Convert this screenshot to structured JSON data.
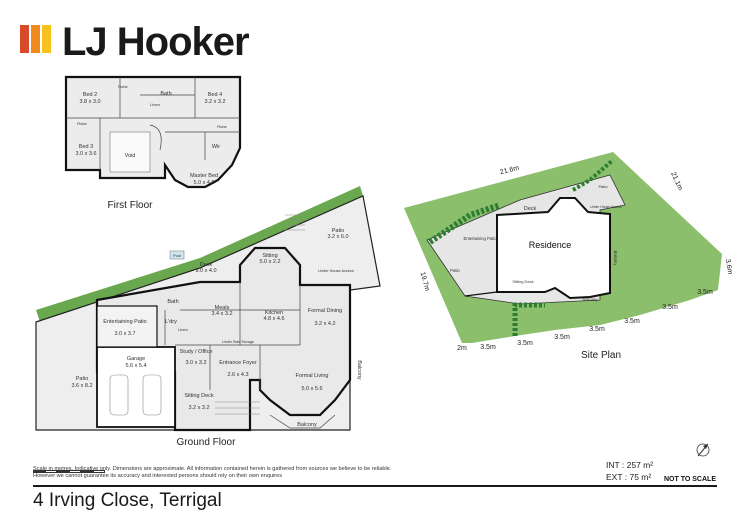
{
  "brand": {
    "name": "LJ Hooker",
    "bar_colors": [
      "#d94a2a",
      "#f08a1c",
      "#f7c21b"
    ]
  },
  "first_floor": {
    "title": "First Floor",
    "rooms": {
      "bed2": {
        "name": "Bed 2",
        "dim": "3.8 x 3.0"
      },
      "bed4": {
        "name": "Bed 4",
        "dim": "3.2 x 3.2"
      },
      "bed3": {
        "name": "Bed 3",
        "dim": "3.0 x 3.6"
      },
      "master": {
        "name": "Master Bed",
        "dim": "5.0 x 4.6"
      },
      "bath": {
        "name": "Bath"
      },
      "void": {
        "name": "Void"
      },
      "wir": {
        "name": "Wir"
      },
      "robe1": {
        "name": "Robe"
      },
      "robe2": {
        "name": "Robe"
      },
      "robe3": {
        "name": "Robe"
      },
      "linen": {
        "name": "Linen"
      }
    }
  },
  "ground_floor": {
    "title": "Ground Floor",
    "rooms": {
      "patio_top": {
        "name": "Patio",
        "dim": "3.2 x 6.0"
      },
      "under_house": {
        "name": "Under House Access"
      },
      "sitting": {
        "name": "Sitting",
        "dim": "5.0 x 2.2"
      },
      "deck": {
        "name": "Deck",
        "dim": "9.0 x 4.0"
      },
      "pool": {
        "name": "Pool"
      },
      "bath": {
        "name": "Bath"
      },
      "meals": {
        "name": "Meals",
        "dim": "3.4 x 3.2"
      },
      "kitchen": {
        "name": "Kitchen",
        "dim": "4.8 x 4.6"
      },
      "formal_dining": {
        "name": "Formal Dining",
        "dim": "3.2 x 4.2"
      },
      "entertaining": {
        "name": "Entertaining Patio",
        "dim": "3.0 x 3.7"
      },
      "laundry": {
        "name": "L'dry"
      },
      "linen": {
        "name": "Linen"
      },
      "under_stair": {
        "name": "Under Stair Storage"
      },
      "garage": {
        "name": "Garage",
        "dim": "5.6 x 5.4"
      },
      "study": {
        "name": "Study / Office",
        "dim": "3.0 x 3.2"
      },
      "entrance": {
        "name": "Entrance Foyer",
        "dim": "2.6 x 4.3"
      },
      "formal_living": {
        "name": "Formal Living",
        "dim": "5.0 x 5.6"
      },
      "balcony_right": {
        "name": "Balcony"
      },
      "patio_left": {
        "name": "Patio",
        "dim": "3.6 x 8.2"
      },
      "sitting_deck": {
        "name": "Sitting Deck",
        "dim": "3.2 x 3.2"
      },
      "balcony_bottom": {
        "name": "Balcony"
      }
    }
  },
  "site_plan": {
    "title": "Site Plan",
    "labels": {
      "residence": "Residence",
      "deck": "Deck",
      "patio_top": "Patio",
      "under_house": "Under House Access",
      "entertaining": "Entertaining Patio",
      "patio_left": "Patio",
      "sitting_deck": "Sitting Deck",
      "balcony_bottom": "Balcony",
      "balcony_right": "Balcony"
    },
    "dimensions": {
      "top": "21.6m",
      "right_top": "21.1m",
      "right": "3.6m",
      "left": "19.7m",
      "b1": "3.5m",
      "b2": "3.5m",
      "b3": "3.5m",
      "b4": "3.5m",
      "b5": "3.5m",
      "b6": "3.5m",
      "bl": "2m"
    }
  },
  "footer": {
    "scale_note": "Scale in metres. Indicative only. Dimensions are approximate. All information contained herein is gathered from sources we believe to be reliable. However we cannot guarantee its accuracy and interested persons should rely on their own enquires",
    "int_area": "INT : 257 m²",
    "ext_area": "EXT :  75 m²",
    "not_to_scale": "NOT TO SCALE",
    "address": "4 Irving Close, Terrigal"
  }
}
